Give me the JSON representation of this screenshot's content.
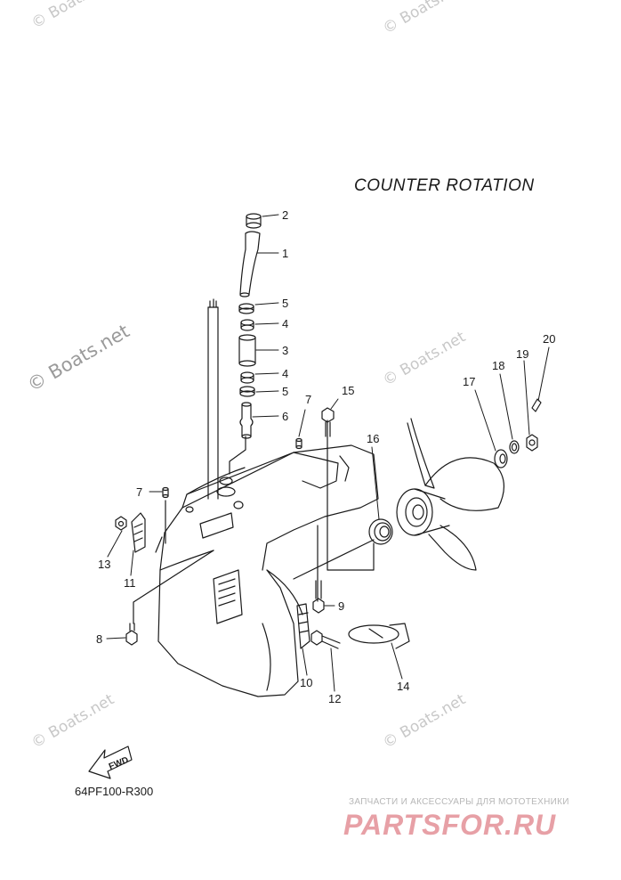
{
  "title": "COUNTER  ROTATION",
  "diagram_code": "64PF100-R300",
  "fwd_label": "FWD",
  "watermarks": {
    "boats_net": "© Boats.net",
    "shop_caption": "ЗАПЧАСТИ И АКСЕССУАРЫ ДЛЯ МОТОТЕХНИКИ",
    "shop_logo": "PARTSFOR.RU"
  },
  "callouts": [
    "1",
    "2",
    "3",
    "4",
    "4",
    "5",
    "5",
    "6",
    "7",
    "7",
    "8",
    "9",
    "10",
    "11",
    "12",
    "13",
    "14",
    "15",
    "16",
    "17",
    "18",
    "19",
    "20"
  ],
  "colors": {
    "line": "#1a1a1a",
    "watermark": "#c8c8c8",
    "logo": "#e7a0a6"
  }
}
